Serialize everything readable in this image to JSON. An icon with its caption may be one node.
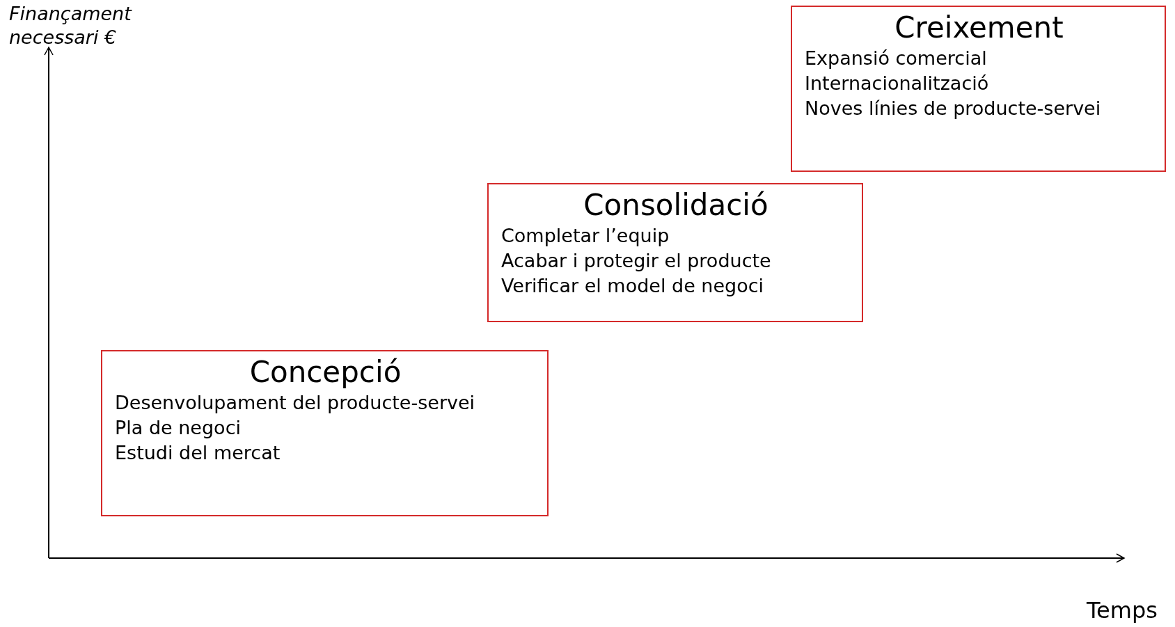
{
  "diagram": {
    "nodes": [
      {
        "text": [
          "Concepció",
          "Desenvolupament del producte-servei",
          "Pla de negoci",
          "Estudi del mercat"
        ]
      },
      {
        "text": [
          "Consolidació",
          "Completar l’equip",
          "Acabar i protegir el producte",
          "Verificar el model de negoci"
        ]
      },
      {
        "text": [
          "Creixement",
          "Expansió comercial",
          "Internacionalització",
          "Noves línies de producte-servei"
        ]
      }
    ],
    "edges": [],
    "labels": [
      "Finançament necessari €",
      "Temps"
    ]
  }
}
